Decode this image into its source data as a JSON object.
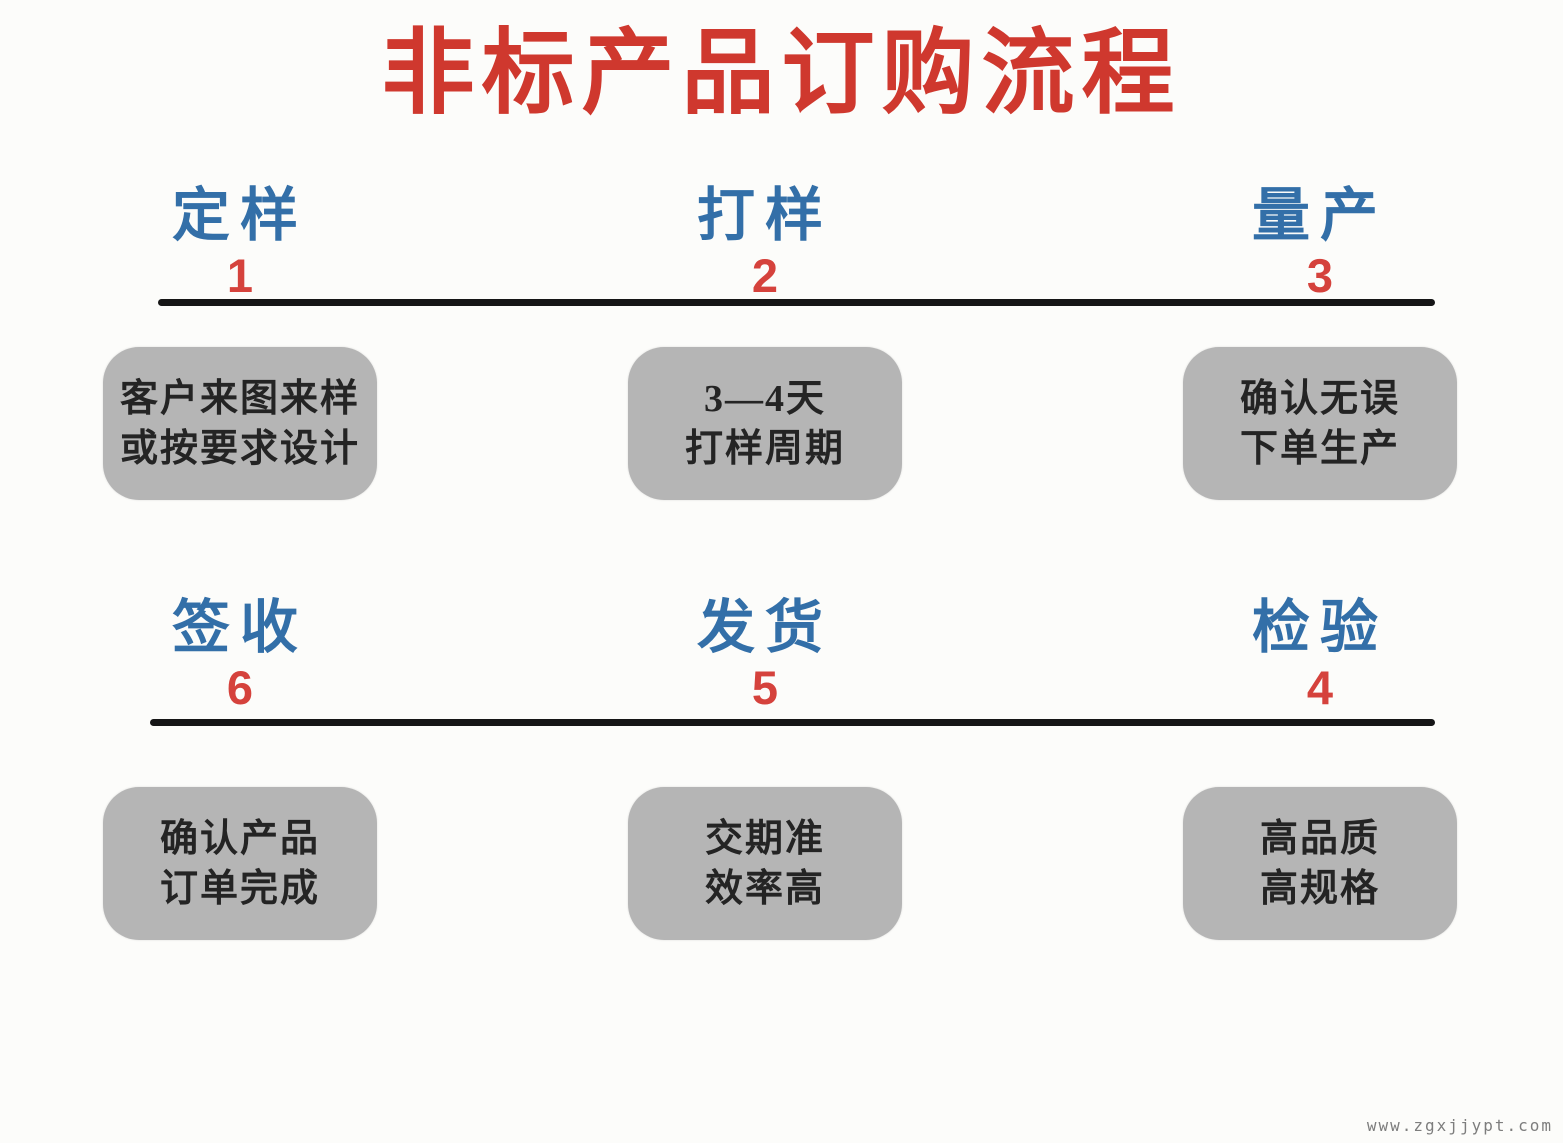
{
  "title": "非标产品订购流程",
  "watermark": "www.zgxjjypt.com",
  "colors": {
    "title_red": "#cf382e",
    "number_red": "#d5423c",
    "label_blue": "#336fa8",
    "box_gray": "#b5b5b5",
    "box_text": "#242424",
    "timeline_black": "#161616"
  },
  "rows": [
    {
      "steps": [
        {
          "label": "定样",
          "number": "1",
          "box_line1": "客户来图来样",
          "box_line2": "或按要求设计"
        },
        {
          "label": "打样",
          "number": "2",
          "box_line1": "3—4天",
          "box_line2": "打样周期"
        },
        {
          "label": "量产",
          "number": "3",
          "box_line1": "确认无误",
          "box_line2": "下单生产"
        }
      ]
    },
    {
      "steps": [
        {
          "label": "签收",
          "number": "6",
          "box_line1": "确认产品",
          "box_line2": "订单完成"
        },
        {
          "label": "发货",
          "number": "5",
          "box_line1": "交期准",
          "box_line2": "效率高"
        },
        {
          "label": "检验",
          "number": "4",
          "box_line1": "高品质",
          "box_line2": "高规格"
        }
      ]
    }
  ]
}
